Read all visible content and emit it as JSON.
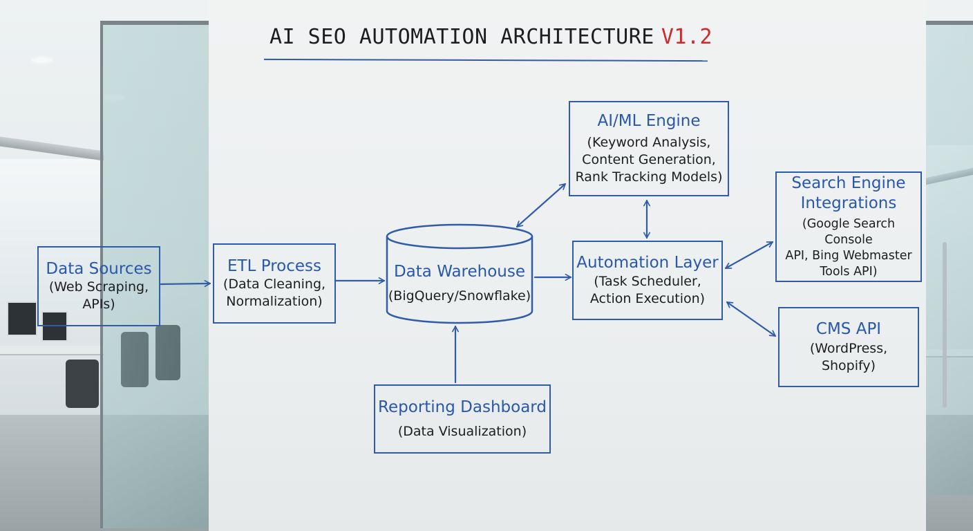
{
  "title": {
    "text": "AI SEO AUTOMATION ARCHITECTURE",
    "version": "V1.2"
  },
  "nodes": {
    "data_sources": {
      "label": "Data Sources",
      "detail_1": "(Web Scraping,",
      "detail_2": "APIs)"
    },
    "etl_process": {
      "label": "ETL Process",
      "detail_1": "(Data Cleaning,",
      "detail_2": "Normalization)"
    },
    "data_warehouse": {
      "label": "Data Warehouse",
      "detail_1": "(BigQuery/Snowflake)"
    },
    "ai_ml_engine": {
      "label": "AI/ML Engine",
      "detail_1": "(Keyword Analysis,",
      "detail_2": "Content Generation,",
      "detail_3": "Rank Tracking Models)"
    },
    "automation_layer": {
      "label": "Automation Layer",
      "detail_1": "(Task Scheduler,",
      "detail_2": "Action Execution)"
    },
    "search_engine_integrations": {
      "label_1": "Search Engine",
      "label_2": "Integrations",
      "detail_1": "(Google Search Console",
      "detail_2": "API, Bing Webmaster",
      "detail_3": "Tools API)"
    },
    "cms_api": {
      "label": "CMS API",
      "detail_1": "(WordPress,",
      "detail_2": "Shopify)"
    },
    "reporting_dashboard": {
      "label": "Reporting Dashboard",
      "detail_1": "(Data Visualization)"
    }
  },
  "connections": [
    {
      "from": "Data Sources",
      "to": "ETL Process",
      "direction": "one-way"
    },
    {
      "from": "ETL Process",
      "to": "Data Warehouse",
      "direction": "one-way"
    },
    {
      "from": "Data Warehouse",
      "to": "Automation Layer",
      "direction": "one-way"
    },
    {
      "from": "Data Warehouse",
      "to": "AI/ML Engine",
      "direction": "two-way"
    },
    {
      "from": "AI/ML Engine",
      "to": "Automation Layer",
      "direction": "two-way"
    },
    {
      "from": "Automation Layer",
      "to": "Search Engine Integrations",
      "direction": "two-way"
    },
    {
      "from": "Automation Layer",
      "to": "CMS API",
      "direction": "two-way"
    },
    {
      "from": "Reporting Dashboard",
      "to": "Data Warehouse",
      "direction": "one-way"
    }
  ],
  "colors": {
    "ink_blue": "#2f5ba8",
    "ink_black": "#1d1d1f",
    "ink_red": "#cf2a2a",
    "board": "#eef0f1"
  }
}
